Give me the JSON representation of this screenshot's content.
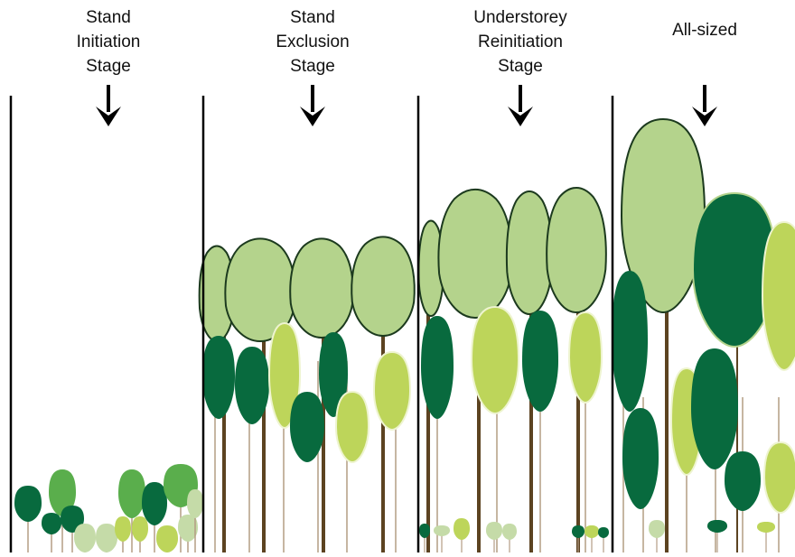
{
  "colors": {
    "dark_green": "#086A3E",
    "medium_green": "#5AAE4C",
    "light_green": "#B4D38C",
    "pale_green": "#C5DBA8",
    "yellow_green": "#BDD55A",
    "trunk_brown": "#5C4321",
    "stem_tan": "#B49D84",
    "outline": "#1C3A1E",
    "boundary_line": "#000000"
  },
  "stages": [
    {
      "id": "stand-initiation",
      "lines": [
        "Stand",
        "Initiation",
        "Stage"
      ]
    },
    {
      "id": "stand-exclusion",
      "lines": [
        "Stand",
        "Exclusion",
        "Stage"
      ]
    },
    {
      "id": "understorey-reinitiation",
      "lines": [
        "Understorey",
        "Reinitiation",
        "Stage"
      ]
    },
    {
      "id": "all-sized",
      "lines": [
        "All-sized"
      ]
    }
  ],
  "arrow_icon": "down-arrow-icon"
}
